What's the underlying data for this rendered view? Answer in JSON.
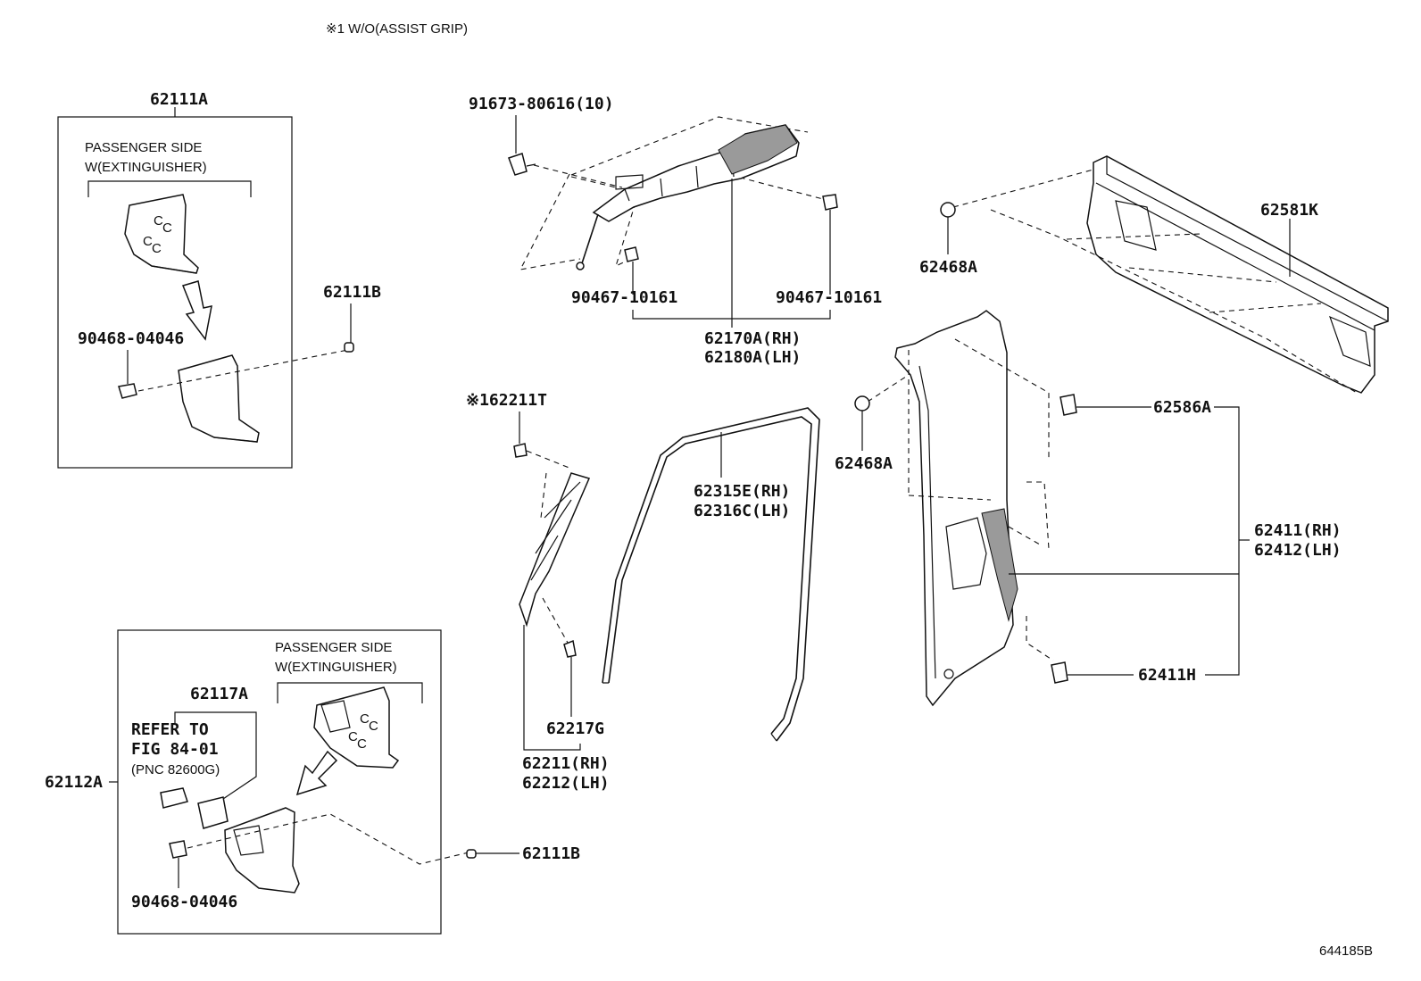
{
  "note": "※1 W/O(ASSIST GRIP)",
  "figure_id": "644185B",
  "labels": {
    "p62111A": "62111A",
    "passenger_side_1": "PASSENGER SIDE",
    "w_ext_1": "W(EXTINGUISHER)",
    "p90468_top": "90468-04046",
    "p62111B_top": "62111B",
    "p91673": "91673-80616(10)",
    "p90467_left": "90467-10161",
    "p90467_right": "90467-10161",
    "p62170A": "62170A(RH)",
    "p62180A": "62180A(LH)",
    "p62211T": "※162211T",
    "p62315E": "62315E(RH)",
    "p62316C": "62316C(LH)",
    "p62217G": "62217G",
    "p62211": "62211(RH)",
    "p62212": "62212(LH)",
    "p62468A_top": "62468A",
    "p62581K": "62581K",
    "p62468A_mid": "62468A",
    "p62586A": "62586A",
    "p62411": "62411(RH)",
    "p62412": "62412(LH)",
    "p62411H": "62411H",
    "passenger_side_2": "PASSENGER SIDE",
    "w_ext_2": "W(EXTINGUISHER)",
    "p62117A": "62117A",
    "refer_to": "REFER TO",
    "fig_ref": "FIG 84-01",
    "pnc_ref": "(PNC 82600G)",
    "p62112A": "62112A",
    "p62111B_bottom": "62111B",
    "p90468_bottom": "90468-04046"
  }
}
